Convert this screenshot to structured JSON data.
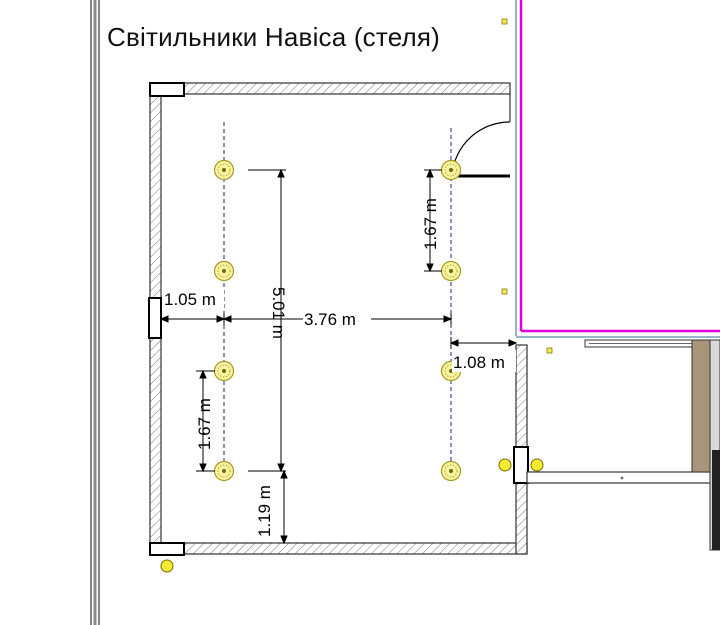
{
  "title": "Світильники Навіса (стеля)",
  "dimensions": {
    "left_offset": "1.05 m",
    "span_between_rows": "3.76 m",
    "right_offset": "1.08 m",
    "row_length": "5.01 m",
    "spacing_right": "1.67 m",
    "spacing_left": "1.67 m",
    "bottom_offset": "1.19 m"
  },
  "colors": {
    "wall_hatch": "#555555",
    "fixture_fill": "#f4f08a",
    "fixture_ring": "#b8a800",
    "center_line": "#1a2a8a",
    "magenta_wall": "#e000e0",
    "door": "#000000"
  }
}
